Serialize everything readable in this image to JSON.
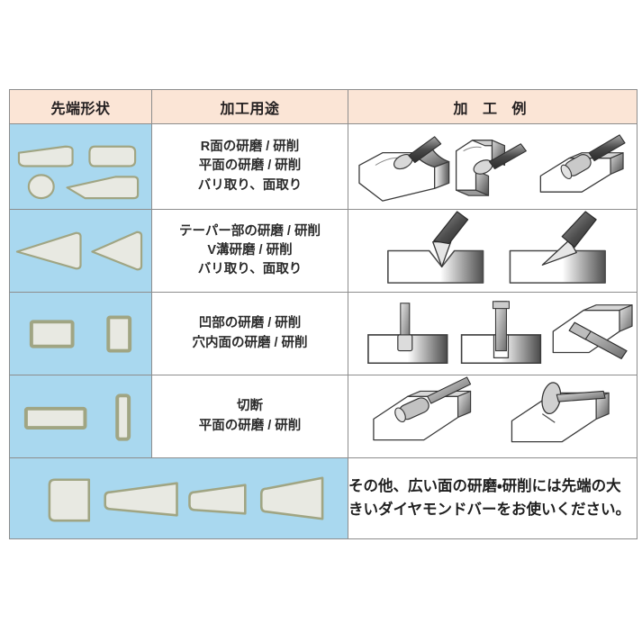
{
  "table": {
    "headers": [
      {
        "id": "tip-shape",
        "label": "先端形状"
      },
      {
        "id": "machining-use",
        "label": "加工用途"
      },
      {
        "id": "machining-example",
        "label": "加 工 例"
      }
    ],
    "rows": [
      {
        "id": "row-round-flat",
        "shape_group": "tapered-round-oval-bullet",
        "shapes": [
          "tapered-flat-bar",
          "round-end-cylinder",
          "oval-disc",
          "pointed-tapered-bar"
        ],
        "use_lines": [
          "R面の研磨 / 研削",
          "平面の研磨 / 研削",
          "バリ取り、面取り"
        ],
        "examples": [
          "curved-surface-grinding",
          "corner-pocket-grinding",
          "flat-plate-grinding"
        ]
      },
      {
        "id": "row-taper-cone",
        "shape_group": "cone-points",
        "shapes": [
          "long-slender-cone",
          "short-wide-cone"
        ],
        "use_lines": [
          "テーパー部の研磨 / 研削",
          "V溝研磨 / 研削",
          "バリ取り、面取り"
        ],
        "examples": [
          "v-groove-grinding",
          "chamfer-edge-grinding"
        ]
      },
      {
        "id": "row-recess-bore",
        "shape_group": "rectangles",
        "shapes": [
          "wide-rectangle",
          "narrow-upright-rectangle"
        ],
        "use_lines": [
          "凹部の研磨 / 研削",
          "穴内面の研磨 / 研削"
        ],
        "examples": [
          "recess-bottom-grinding",
          "bore-inner-grinding",
          "angled-bar-grinding"
        ]
      },
      {
        "id": "row-cutoff",
        "shape_group": "thin-bars",
        "shapes": [
          "long-thin-rectangle",
          "thin-vertical-strip"
        ],
        "use_lines": [
          "切断",
          "平面の研磨 / 研削"
        ],
        "examples": [
          "cylinder-cutoff",
          "disc-cutting"
        ]
      },
      {
        "id": "row-note",
        "shape_group": "large-wedges",
        "shapes": [
          "wide-block-wedge",
          "long-flat-wedge",
          "short-taper-wedge",
          "broad-fan-wedge"
        ],
        "note_lines": [
          "その他、広い面の研磨・研削には先端の大",
          "きいダイヤモンドバーをお使いください。"
        ]
      }
    ]
  },
  "colors": {
    "header_background": "#fbe5d6",
    "shape_cell_background": "#a9d8ef",
    "shape_fill": "#e8e9e2",
    "shape_stroke": "#a0a583",
    "grid_line": "#8d8d8d",
    "text": "#231f20",
    "page_background": "#ffffff"
  }
}
